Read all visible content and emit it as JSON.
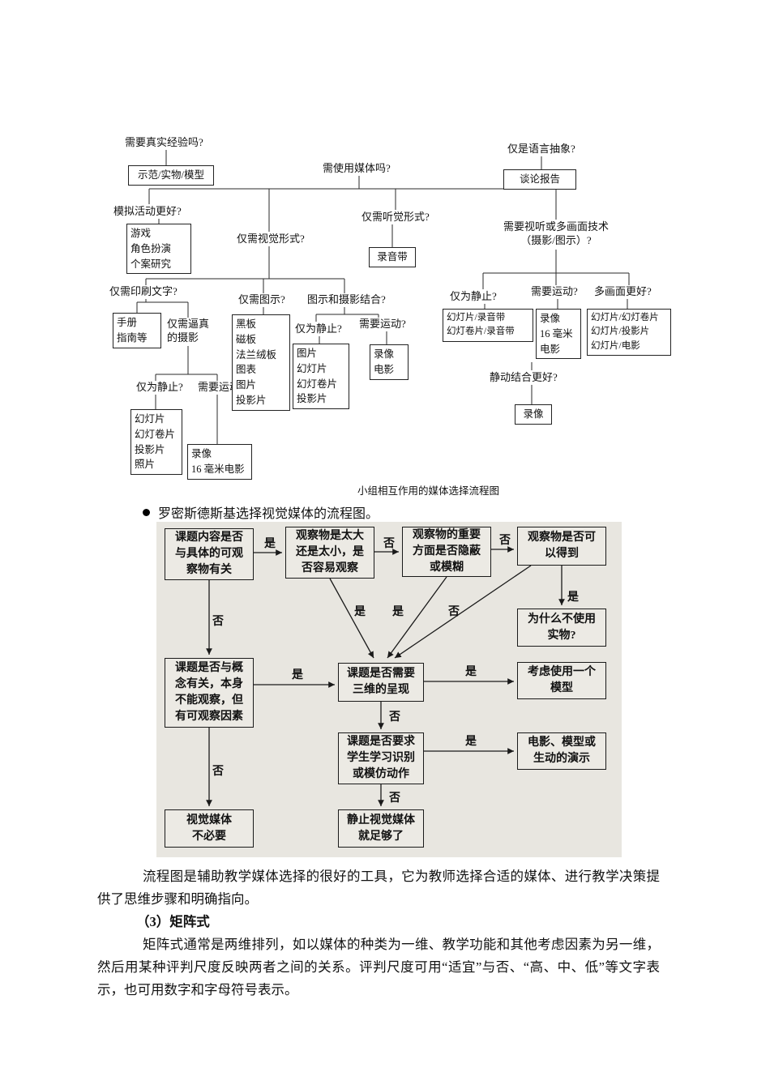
{
  "document": {
    "bullet_item": "罗密斯德斯基选择视觉媒体的流程图。",
    "chart1_caption": "小组相互作用的媒体选择流程图",
    "paragraph1": "流程图是辅助教学媒体选择的很好的工具，它为教师选择合适的媒体、进行教学决策提供了思维步骤和明确指向。",
    "heading": "（3）矩阵式",
    "paragraph2": "矩阵式通常是两维排列，如以媒体的种类为一维、教学功能和其他考虑因素为另一维，然后用某种评判尺度反映两者之间的关系。评判尺度可用“适宜”与否、“高、中、低”等文字表示，也可用数字和字母符号表示。"
  },
  "flowchart1": {
    "questions": {
      "real_experience": "需要真实经验吗?",
      "use_media": "需使用媒体吗?",
      "language_abstract": "仅是语言抽象?",
      "simulation_better": "模拟活动更好?",
      "visual_only": "仅需视觉形式?",
      "audio_only": "仅需听觉形式?",
      "av_multi": "需要视听或多画面技术\n（摄影/图示）?",
      "print_only": "仅需印刷文字?",
      "graphic_only": "仅需图示?",
      "graphic_photo": "图示和摄影结合?",
      "realistic_photo": "仅需逼真\n的摄影",
      "still_1": "仅为静止?",
      "motion_1": "需要运动?",
      "still_2": "仅为静止?",
      "motion_2": "需要运动?",
      "multi_better": "多画面更好?",
      "still_motion_better": "静动结合更好?",
      "still_3": "仅为静止?",
      "motion_3": "需要运动?"
    },
    "results": {
      "demo": "示范/实物/模型",
      "talk": "谈论报告",
      "games": "游戏\n角色扮演\n个案研究",
      "tape": "录音带",
      "manual": "手册\n指南等",
      "board": "黑板\n磁板\n法兰绒板\n图表\n图片\n投影片",
      "pictures": "图片\n幻灯片\n幻灯卷片\n投影片",
      "video_film": "录像\n电影",
      "slide_tape": "幻灯片/录音带\n幻灯卷片/录音带",
      "video_16mm": "录像\n16 毫米\n电影",
      "slide_combo": "幻灯片/幻灯卷片\n幻灯片/投影片\n幻灯片/电影",
      "video": "录像",
      "slides": "幻灯片\n幻灯卷片\n投影片\n照片",
      "video_16mm_film": "录像\n16 毫米电影"
    }
  },
  "flowchart2": {
    "nodes": {
      "a": "课题内容是否\n与具体的可观\n察物有关",
      "b": "观察物是太大\n还是太小，是\n否容易观察",
      "c": "观察物的重要\n方面是否隐蔽\n或模糊",
      "d": "观察物是否可\n以得到",
      "e": "为什么不使用\n实物?",
      "f": "课题是否与概\n念有关，本身\n不能观察，但\n有可观察因素",
      "g": "课题是否需要\n三维的呈现",
      "h": "考虑使用一个\n模型",
      "i": "课题是否要求\n学生学习识别\n或模仿动作",
      "j": "电影、模型或\n生动的演示",
      "k": "视觉媒体\n不必要",
      "l": "静止视觉媒体\n就足够了"
    },
    "edge_labels": {
      "yes": "是",
      "no": "否"
    }
  },
  "colors": {
    "line": "#2a2a2a",
    "chart2_bg": "#e8e6e0"
  }
}
